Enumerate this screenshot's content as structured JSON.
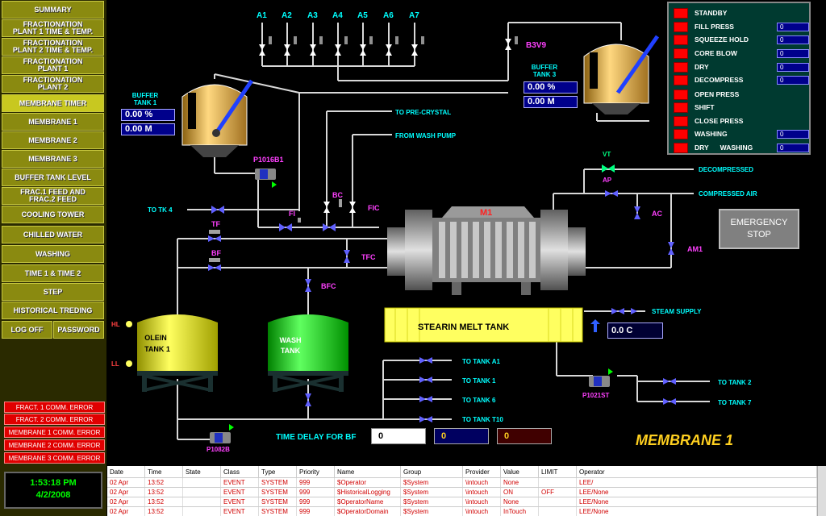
{
  "nav": {
    "summary": "SUMMARY",
    "frac1_time_temp": "FRACTIONATION\nPLANT 1 TIME & TEMP.",
    "frac2_time_temp": "FRACTIONATION\nPLANT 2 TIME & TEMP.",
    "frac_plant1": "FRACTIONATION\nPLANT 1",
    "frac_plant2": "FRACTIONATION\nPLANT 2",
    "membrane_timer": "MEMBRANE TIMER",
    "membrane1": "MEMBRANE 1",
    "membrane2": "MEMBRANE 2",
    "membrane3": "MEMBRANE 3",
    "buffer_tank_level": "BUFFER TANK LEVEL",
    "frac_feed": "FRAC.1 FEED AND\nFRAC.2 FEED",
    "cooling_tower": "COOLING TOWER",
    "chilled_water": "CHILLED WATER",
    "washing": "WASHING",
    "time1_time2": "TIME 1 & TIME 2",
    "step": "STEP",
    "historical": "HISTORICAL TREDING",
    "logoff": "LOG OFF",
    "password": "PASSWORD"
  },
  "errors": [
    "FRACT. 1 COMM. ERROR",
    "FRACT. 2 COMM. ERROR",
    "MEMBRANE 1 COMM. ERROR",
    "MEMBRANE 2 COMM. ERROR",
    "MEMBRANE 3 COMM. ERROR"
  ],
  "clock": {
    "time": "1:53:18 PM",
    "date": "4/2/2008"
  },
  "status_panel": {
    "standby": "STANDBY",
    "fill_press": "FILL PRESS",
    "fill_press_val": "0",
    "squeeze_hold": "SQUEEZE HOLD",
    "squeeze_hold_val": "0",
    "core_blow": "CORE BLOW",
    "core_blow_val": "0",
    "dry": "DRY",
    "dry_val": "0",
    "decompress": "DECOMPRESS",
    "decompress_val": "0",
    "open_press": "OPEN PRESS",
    "shift": "SHIFT",
    "close_press": "CLOSE PRESS",
    "washing": "WASHING",
    "washing_val": "0",
    "dry_washing": "DRY      WASHING",
    "dry_washing_val": "0"
  },
  "valves_top": [
    "A1",
    "A2",
    "A3",
    "A4",
    "A5",
    "A6",
    "A7"
  ],
  "labels": {
    "b3v9": "B3V9",
    "buffer_tank1": "BUFFER\nTANK 1",
    "buffer_tank3": "BUFFER\nTANK 3",
    "to_pre_crystal": "TO PRE-CRYSTAL",
    "from_wash_pump": "FROM WASH PUMP",
    "p1016b1": "P1016B1",
    "to_tk4": "TO TK 4",
    "fi": "FI",
    "bc": "BC",
    "fic": "FIC",
    "m1": "M1",
    "vt": "VT",
    "ap": "AP",
    "decompressed": "DECOMPRESSED",
    "compressed_air": "COMPRESSED AIR",
    "ac": "AC",
    "am1": "AM1",
    "tf": "TF",
    "bf": "BF",
    "tfc": "TFC",
    "bfc": "BFC",
    "hl": "HL",
    "ll": "LL",
    "olein": "OLEIN\nTANK 1",
    "wash": "WASH\nTANK",
    "stearin": "STEARIN MELT TANK",
    "steam_supply": "STEAM SUPPLY",
    "to_tank_a1": "TO TANK A1",
    "to_tank_1": "TO TANK 1",
    "to_tank_6": "TO TANK 6",
    "to_tank_t10": "TO TANK T10",
    "p1021st": "P1021ST",
    "to_tank_2": "TO TANK 2",
    "to_tank_7": "TO TANK 7",
    "p1082b": "P1082B",
    "time_delay": "TIME DELAY FOR BF",
    "membrane_title": "MEMBRANE 1"
  },
  "readouts": {
    "tank1_pct": "0.00 %",
    "tank1_m": "0.00 M",
    "tank3_pct": "0.00 %",
    "tank3_m": "0.00 M",
    "stearin_temp": "0.0 C",
    "delay1": "0",
    "delay2": "0",
    "delay3": "0"
  },
  "emergency": "EMERGENCY\nSTOP",
  "alarm_table": {
    "headers": [
      "Date",
      "Time",
      "State",
      "Class",
      "Type",
      "Priority",
      "Name",
      "Group",
      "Provider",
      "Value",
      "LIMIT",
      "Operator"
    ],
    "rows": [
      [
        "02 Apr",
        "13:52",
        "",
        "EVENT",
        "SYSTEM",
        "999",
        "$Operator",
        "$System",
        "\\intouch",
        "None",
        "",
        "LEE/"
      ],
      [
        "02 Apr",
        "13:52",
        "",
        "EVENT",
        "SYSTEM",
        "999",
        "$HistoricalLogging",
        "$System",
        "\\intouch",
        "ON",
        "OFF",
        "LEE/None"
      ],
      [
        "02 Apr",
        "13:52",
        "",
        "EVENT",
        "SYSTEM",
        "999",
        "$OperatorName",
        "$System",
        "\\intouch",
        "None",
        "",
        "LEE/None"
      ],
      [
        "02 Apr",
        "13:52",
        "",
        "EVENT",
        "SYSTEM",
        "999",
        "$OperatorDomain",
        "$System",
        "\\intouch",
        "InTouch",
        "",
        "LEE/None"
      ]
    ]
  }
}
